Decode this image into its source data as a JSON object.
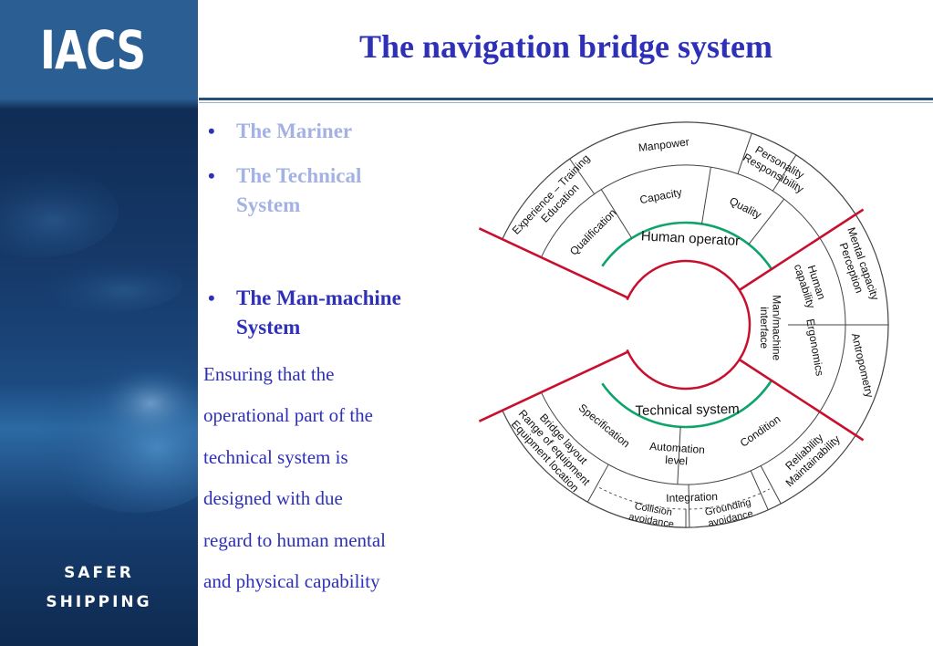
{
  "brand": {
    "logo_text": "IACS",
    "tagline": [
      "SAFER",
      "SHIPPING"
    ]
  },
  "slide": {
    "title": "The navigation bridge system",
    "bullets": [
      {
        "lines": [
          "The Mariner"
        ],
        "state": "muted"
      },
      {
        "lines": [
          "The Technical",
          "System"
        ],
        "state": "muted"
      },
      {
        "lines": [
          "The Man-machine",
          "System"
        ],
        "state": "active"
      }
    ],
    "paragraph_lines": [
      "Ensuring that the",
      "operational part of the",
      "technical system is",
      "designed with due",
      "regard to human mental",
      "and physical capability"
    ]
  },
  "diagram": {
    "inner_labels": {
      "top": "Human operator",
      "bottom": "Technical system",
      "right": [
        "Man/machine",
        "interface"
      ]
    },
    "human_operator": {
      "inner": [
        "Qualification",
        "Capacity",
        "Quality"
      ],
      "outer": [
        [
          "Experience – Training",
          "Education"
        ],
        [
          "Manpower"
        ],
        [
          "Personality",
          "Responsibility"
        ]
      ]
    },
    "man_machine": {
      "inner": [
        [
          "Human",
          "capability"
        ],
        [
          "Ergonomics"
        ]
      ],
      "outer": [
        [
          "Mental capacity",
          "Perception"
        ],
        [
          "Antropometry"
        ]
      ]
    },
    "technical_system": {
      "inner": [
        [
          "Specification"
        ],
        [
          "Automation",
          "level"
        ],
        [
          "Condition"
        ]
      ],
      "integration": "Integration",
      "outer": [
        [
          "Bridge layout",
          "Range of equipment",
          "Equipment location"
        ],
        [
          "Collision",
          "avoidance"
        ],
        [
          "Grounding",
          "avoidance"
        ],
        [
          "Reliability",
          "Maintainability"
        ]
      ]
    },
    "colors": {
      "divider": "#c8102e",
      "ring": "#0ea36a",
      "line": "#444444"
    }
  }
}
